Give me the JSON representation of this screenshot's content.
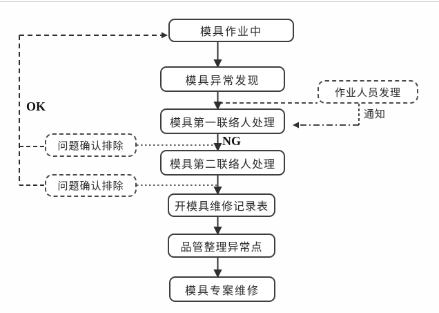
{
  "flowchart": {
    "nodes": {
      "working": "模具作业中",
      "abnormal_found": "模具异常发现",
      "first_contact": "模具第一联络人处理",
      "second_contact": "模具第二联络人处理",
      "repair_record": "开模具维修记录表",
      "qc_summary": "品管整理异常点",
      "special_repair": "模具专案维修",
      "operator_handle": "作业人员发理",
      "problem_resolved_1": "问题确认排除",
      "problem_resolved_2": "问题确认排除"
    },
    "labels": {
      "ok": "OK",
      "ng": "NG",
      "notify": "通知"
    },
    "colors": {
      "line": "#2f2f2f",
      "box_border": "#3d3d3d",
      "text": "#2a2a2a",
      "background": "#ffffff",
      "top_border": "#c9c9c9"
    }
  }
}
